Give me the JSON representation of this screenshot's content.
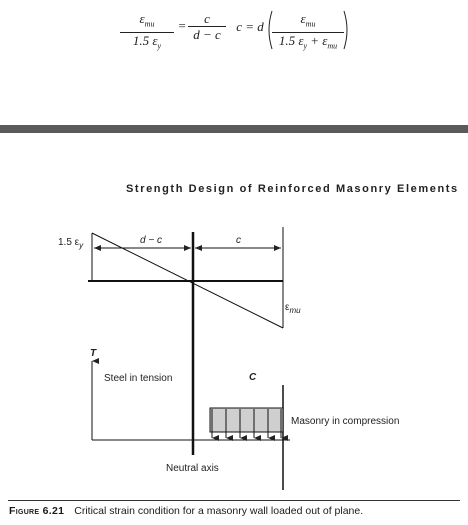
{
  "equation": {
    "eps_mu": "ε",
    "sub_mu": "mu",
    "den_lhs": "1.5 ε",
    "sub_y": "y",
    "eq_sign": "=",
    "c": "c",
    "d_minus_c": "d − c",
    "c_eq_d": "c = d",
    "den_rhs": "1.5 ε",
    "plus_eps": " + ε"
  },
  "running_head": "Strength Design of Reinforced Masonry Elements",
  "diagram": {
    "strain_label_left": "1.5 ε",
    "strain_label_left_sub": "y",
    "dim_d_minus_c": "d − c",
    "dim_c": "c",
    "strain_label_right": "ε",
    "strain_label_right_sub": "mu",
    "tension_force": "T",
    "tension_label": "Steel in tension",
    "compression_force": "C",
    "compression_label": "Masonry in compression",
    "neutral_axis_label": "Neutral axis"
  },
  "caption": {
    "figure_number": "Figure 6.21",
    "text": "Critical strain condition for a masonry wall loaded out of plane."
  }
}
